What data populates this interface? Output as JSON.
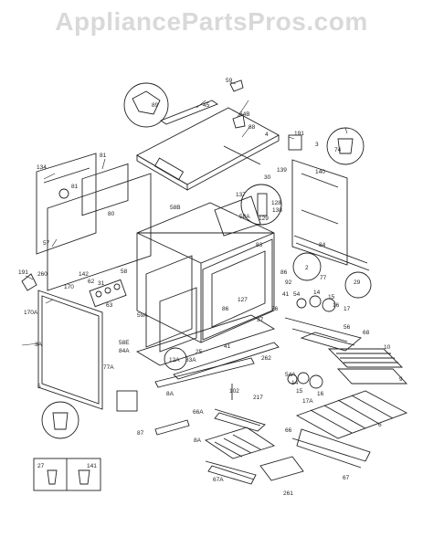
{
  "watermark": "AppliancePartsPros.com",
  "callouts": {
    "c59": "59",
    "c45": "45",
    "c64B": "64B",
    "c89": "89",
    "c88": "88",
    "c4": "4",
    "c191a": "191",
    "c3": "3",
    "c74": "74",
    "c81a": "81",
    "c134": "134",
    "c139": "139",
    "c140": "140",
    "c30": "30",
    "c81b": "81",
    "c80": "80",
    "c137": "137",
    "c128": "128",
    "c138": "138",
    "c58A": "58A",
    "c129": "129",
    "c58B": "58B",
    "c57": "57",
    "c83": "83",
    "c84": "84",
    "c191b": "191",
    "c260": "260",
    "c142": "142",
    "c58": "58",
    "c86": "86",
    "c2": "2",
    "c77": "77",
    "c92": "92",
    "c170": "170",
    "c62": "62",
    "c31": "31",
    "c63": "63",
    "c127": "127",
    "c41": "41",
    "c54": "54",
    "c14": "14",
    "c15": "15",
    "c16": "16",
    "c29": "29",
    "c76": "76",
    "c17": "17",
    "c170A": "170A",
    "c59A": "59A",
    "c86b": "86",
    "c37": "37",
    "c56": "56",
    "c68": "68",
    "c3A": "3A",
    "c58E": "58E",
    "c41b": "41",
    "c84A": "84A",
    "c25": "25",
    "c12A": "12A",
    "c83A": "83A",
    "c262": "262",
    "c10": "10",
    "c77A": "77A",
    "c54A": "54A",
    "c14b": "14",
    "c9": "9",
    "c5": "5",
    "c8A": "8A",
    "c102": "102",
    "c217": "217",
    "c15b": "15",
    "c16b": "16",
    "c66A": "66A",
    "c17A": "17A",
    "c6": "6",
    "c87": "87",
    "c8A2": "8A",
    "c66": "66",
    "c67A": "67A",
    "c261": "261",
    "c67": "67",
    "c27": "27",
    "c141": "141"
  }
}
